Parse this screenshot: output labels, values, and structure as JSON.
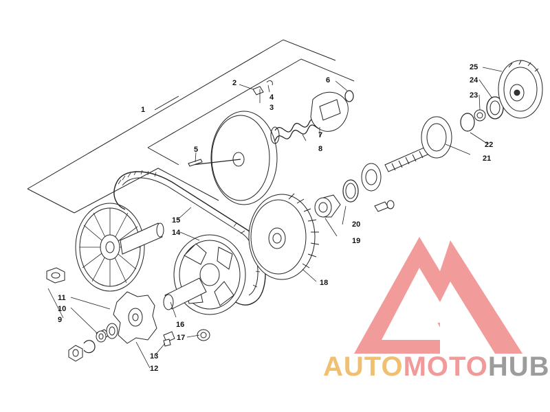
{
  "callouts": {
    "c1": "1",
    "c2": "2",
    "c3": "3",
    "c4": "4",
    "c5": "5",
    "c6": "6",
    "c7": "7",
    "c8": "8",
    "c9": "9",
    "c10": "10",
    "c11": "11",
    "c12": "12",
    "c13": "13",
    "c14": "14",
    "c15": "15",
    "c16": "16",
    "c17": "17",
    "c18": "18",
    "c19": "19",
    "c20": "20",
    "c21": "21",
    "c22": "22",
    "c23": "23",
    "c24": "24",
    "c25": "25"
  },
  "watermark": {
    "part1": "AUTO",
    "part2": "MOTO",
    "part3": "HUB",
    "color1": "#f0c070",
    "color2": "#f29a9a",
    "color3": "#9c9c9c",
    "emblem_color": "#f08a8a"
  },
  "line_color": "#222222"
}
